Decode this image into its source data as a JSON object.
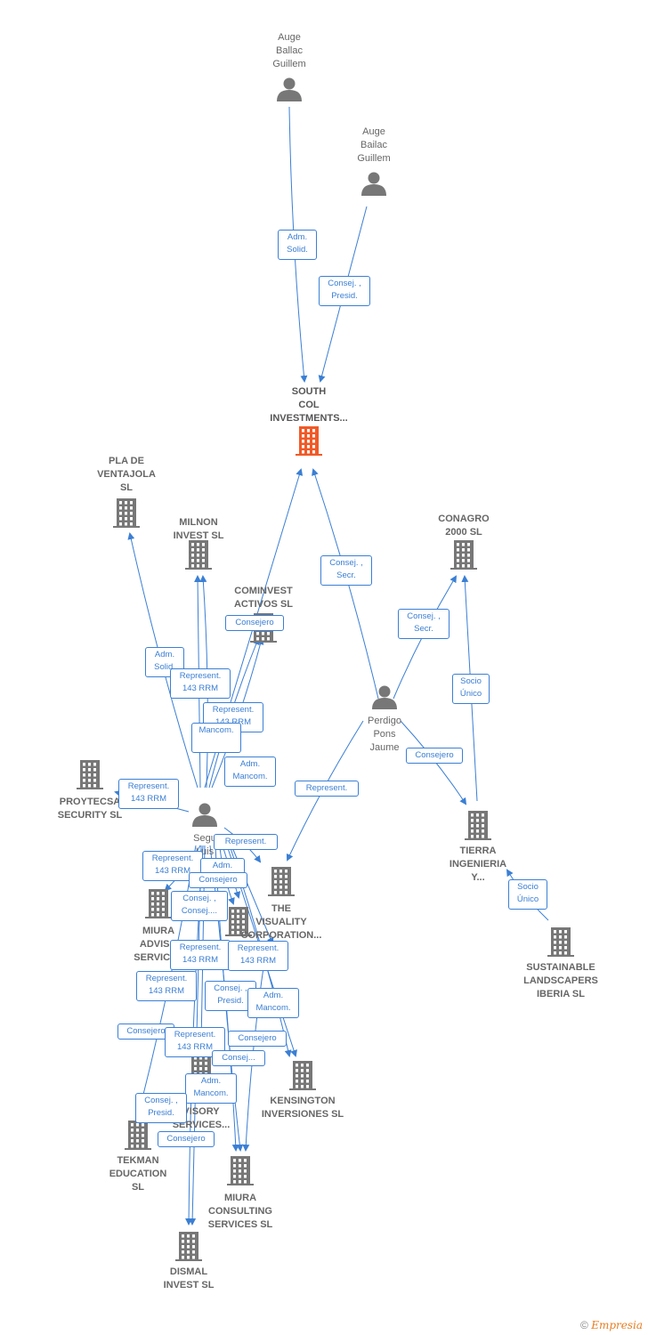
{
  "nodes": {
    "auge1": {
      "label": "Auge\nBallac\nGuillem",
      "kind": "person"
    },
    "auge2": {
      "label": "Auge\nBailac\nGuillem",
      "kind": "person"
    },
    "south": {
      "label": "SOUTH\nCOL\nINVESTMENTS...",
      "kind": "main-company"
    },
    "pla": {
      "label": "PLA DE\nVENTAJOLA\nSL",
      "kind": "company"
    },
    "milnon": {
      "label": "MILNON\nINVEST  SL",
      "kind": "company"
    },
    "cominvest": {
      "label": "COMINVEST\nACTIVOS  SL",
      "kind": "company"
    },
    "conagro": {
      "label": "CONAGRO\n2000 SL",
      "kind": "company"
    },
    "perdigo": {
      "label": "Perdigo\nPons\nJaume",
      "kind": "person"
    },
    "proytecsa": {
      "label": "PROYTECSA\nSECURITY  SL",
      "kind": "company"
    },
    "segui": {
      "label": "Segu\nLuis",
      "kind": "person"
    },
    "visuality": {
      "label": "THE\nVISUALITY\nCORPORATION...",
      "kind": "company"
    },
    "miura_adv": {
      "label": "MIURA\nADVISO\nSERVICES",
      "kind": "company"
    },
    "tierra": {
      "label": "TIERRA\nINGENIERIA\nY...",
      "kind": "company"
    },
    "sustainable": {
      "label": "SUSTAINABLE\nLANDSCAPERS\nIBERIA  SL",
      "kind": "company"
    },
    "advisory2": {
      "label": "VISORY\nSERVICES...",
      "kind": "company"
    },
    "kensington": {
      "label": "KENSINGTON\nINVERSIONES SL",
      "kind": "company"
    },
    "tekman": {
      "label": "TEKMAN\nEDUCATION\nSL",
      "kind": "company"
    },
    "miura_cons": {
      "label": "MIURA\nCONSULTING\nSERVICES  SL",
      "kind": "company"
    },
    "dismal": {
      "label": "DISMAL\nINVEST  SL",
      "kind": "company"
    },
    "mid_company": {
      "label": "",
      "kind": "company"
    }
  },
  "edge_labels": [
    "Adm.\nSolid.",
    "Consej. ,\nPresid.",
    "Consej. ,\nSecr.",
    "Consej. ,\nSecr.",
    "Socio\nÚnico",
    "Consejero",
    "Adm.\nSolid.",
    "Represent.\n143 RRM",
    "Represent.\n143 RRM",
    "Mancom.",
    "Adm.\nMancom.",
    "Represent.\n143 RRM",
    "Consejero",
    "Represent.",
    "Represent.",
    "Represent.\n143 RRM",
    "Adm.",
    "Consejero",
    "Consej. ,\nConsej....",
    "Socio\nÚnico",
    "Represent.\n143 RRM",
    "Represent.\n143 RRM",
    "Represent.\n143 RRM",
    "Consej. ,\nPresid.",
    "Adm.\nMancom.",
    "Consejero",
    "Represent.\n143 RRM",
    "Consejero",
    "Consej...",
    "Adm.\nMancom.",
    "Consej. ,\nPresid.",
    "Consejero"
  ],
  "colors": {
    "edge": "#3b7fd4",
    "icon": "#777777",
    "main_icon": "#f05a28"
  },
  "credit": {
    "symbol": "©",
    "brand": "Empresia"
  }
}
